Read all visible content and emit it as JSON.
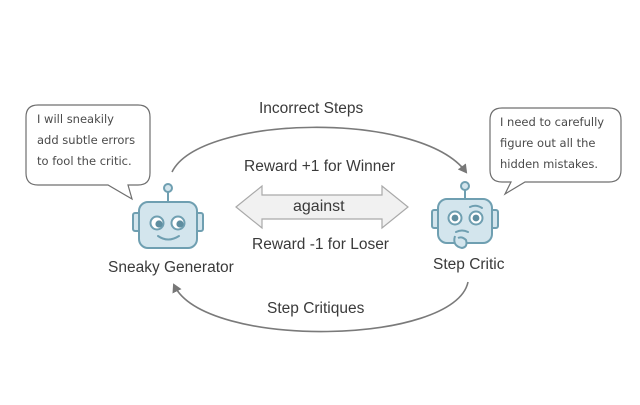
{
  "diagram": {
    "top_arrow_label": "Incorrect Steps",
    "bottom_arrow_label": "Step Critiques",
    "center": {
      "top_label": "Reward +1 for Winner",
      "arrow_label": "against",
      "bottom_label": "Reward -1 for Loser"
    },
    "generator": {
      "name": "Sneaky Generator",
      "icon": "smiling-robot-icon",
      "speech_lines": [
        "I will sneakily",
        "add subtle errors",
        "to fool the critic."
      ]
    },
    "critic": {
      "name": "Step Critic",
      "icon": "thinking-robot-icon",
      "speech_lines": [
        "I need to carefully",
        "figure out all the",
        "hidden mistakes."
      ]
    },
    "colors": {
      "robot_fill": "#d3e5ed",
      "robot_stroke": "#6f9fb1",
      "arrow": "#777777",
      "double_arrow_fill": "#f0f0f0",
      "double_arrow_stroke": "#a8a8a8"
    }
  }
}
